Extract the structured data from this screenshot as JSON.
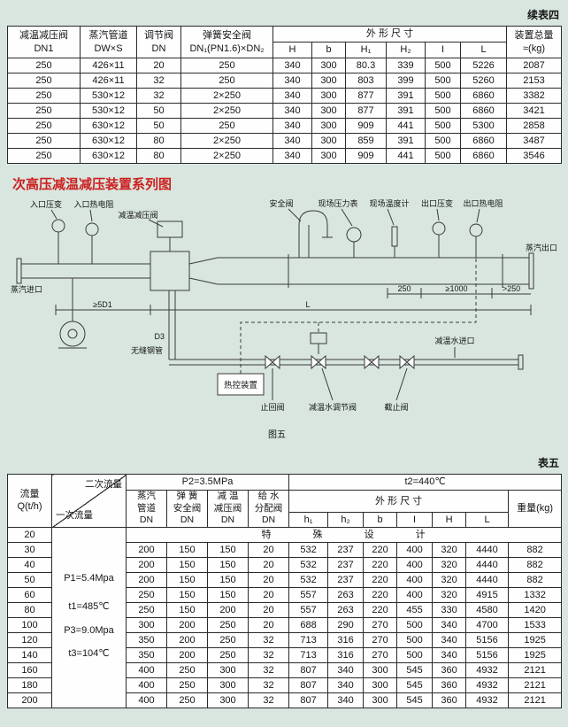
{
  "page": {
    "table4_tag": "续表四",
    "section_title": "次高压减温减压装置系列图",
    "table5_tag": "表五"
  },
  "table4": {
    "headers": {
      "valve": "减温减压阀\nDN1",
      "pipe": "蒸汽管道\nDW×S",
      "regulator": "调节阀\nDN",
      "spring": "弹簧安全阀\nDN₁(PN1.6)×DN₂",
      "dims": "外  形  尺  寸",
      "dim_cols": [
        "H",
        "b",
        "H₁",
        "H₂",
        "I",
        "L"
      ],
      "weight": "装置总量\n≈(kg)"
    },
    "rows": [
      [
        "250",
        "426×11",
        "20",
        "250",
        "340",
        "300",
        "80.3",
        "339",
        "500",
        "5226",
        "2087"
      ],
      [
        "250",
        "426×11",
        "32",
        "250",
        "340",
        "300",
        "803",
        "399",
        "500",
        "5260",
        "2153"
      ],
      [
        "250",
        "530×12",
        "32",
        "2×250",
        "340",
        "300",
        "877",
        "391",
        "500",
        "6860",
        "3382"
      ],
      [
        "250",
        "530×12",
        "50",
        "2×250",
        "340",
        "300",
        "877",
        "391",
        "500",
        "6860",
        "3421"
      ],
      [
        "250",
        "630×12",
        "50",
        "250",
        "340",
        "300",
        "909",
        "441",
        "500",
        "5300",
        "2858"
      ],
      [
        "250",
        "630×12",
        "80",
        "2×250",
        "340",
        "300",
        "859",
        "391",
        "500",
        "6860",
        "3487"
      ],
      [
        "250",
        "630×12",
        "80",
        "2×250",
        "340",
        "300",
        "909",
        "441",
        "500",
        "6860",
        "3546"
      ]
    ]
  },
  "diagram": {
    "labels": {
      "inlet_pressure": "入口压变",
      "inlet_rtd": "入口热电阻",
      "reduce_valve": "减温减压阀",
      "safety_valve": "安全阀",
      "field_gauge": "现场压力表",
      "field_thermo": "现场温度计",
      "outlet_pressure": "出口压变",
      "outlet_rtd": "出口热电阻",
      "steam_inlet": "蒸汽进口",
      "steam_outlet": "蒸汽出口",
      "seamless_pipe": "无缝钢管",
      "d3": "D3",
      "thermal_box": "热控装置",
      "check_valve": "止回阀",
      "water_reg_valve": "减温水调节阀",
      "stop_valve": "截止阀",
      "water_inlet": "减温水进口",
      "dim_250": "250",
      "dim_1000": "≥1000",
      "dim_gt250": ">250",
      "dim_5d1": "≥5D1",
      "dim_l": "L",
      "figure": "图五"
    }
  },
  "table5": {
    "header": {
      "p2": "P2=3.5MPa",
      "t2": "t2=440℃",
      "flow": "流量\nQ(t/h)",
      "secondary": "二次流量",
      "primary": "一次流量",
      "steam_pipe": "蒸汽\n管道\nDN",
      "safety_valve": "弹 簧\n安全阀\nDN",
      "reduce_valve": "减 温\n减压阀\nDN",
      "water_valve": "给 水\n分配阀\nDN",
      "dims": "外  形  尺  寸",
      "dim_cols": [
        "h₁",
        "h₂",
        "b",
        "I",
        "H",
        "L"
      ],
      "weight": "重量(kg)"
    },
    "special_row": {
      "flow": "20",
      "text": "特 殊 设 计"
    },
    "conditions": [
      "P1=5.4Mpa",
      "t1=485℃",
      "P3=9.0Mpa",
      "t3=104℃"
    ],
    "rows": [
      {
        "flow": "30",
        "cells": [
          "200",
          "150",
          "150",
          "20",
          "532",
          "237",
          "220",
          "400",
          "320",
          "4440",
          "882"
        ]
      },
      {
        "flow": "40",
        "cells": [
          "200",
          "150",
          "150",
          "20",
          "532",
          "237",
          "220",
          "400",
          "320",
          "4440",
          "882"
        ]
      },
      {
        "flow": "50",
        "cells": [
          "200",
          "150",
          "150",
          "20",
          "532",
          "237",
          "220",
          "400",
          "320",
          "4440",
          "882"
        ]
      },
      {
        "flow": "60",
        "cells": [
          "250",
          "150",
          "150",
          "20",
          "557",
          "263",
          "220",
          "400",
          "320",
          "4915",
          "1332"
        ]
      },
      {
        "flow": "80",
        "cells": [
          "250",
          "150",
          "200",
          "20",
          "557",
          "263",
          "220",
          "455",
          "330",
          "4580",
          "1420"
        ]
      },
      {
        "flow": "100",
        "cells": [
          "300",
          "200",
          "250",
          "20",
          "688",
          "290",
          "270",
          "500",
          "340",
          "4700",
          "1533"
        ]
      },
      {
        "flow": "120",
        "cells": [
          "350",
          "200",
          "250",
          "32",
          "713",
          "316",
          "270",
          "500",
          "340",
          "5156",
          "1925"
        ]
      },
      {
        "flow": "140",
        "cells": [
          "350",
          "200",
          "250",
          "32",
          "713",
          "316",
          "270",
          "500",
          "340",
          "5156",
          "1925"
        ]
      },
      {
        "flow": "160",
        "cells": [
          "400",
          "250",
          "300",
          "32",
          "807",
          "340",
          "300",
          "545",
          "360",
          "4932",
          "2121"
        ]
      },
      {
        "flow": "180",
        "cells": [
          "400",
          "250",
          "300",
          "32",
          "807",
          "340",
          "300",
          "545",
          "360",
          "4932",
          "2121"
        ]
      },
      {
        "flow": "200",
        "cells": [
          "400",
          "250",
          "300",
          "32",
          "807",
          "340",
          "300",
          "545",
          "360",
          "4932",
          "2121"
        ]
      }
    ]
  }
}
